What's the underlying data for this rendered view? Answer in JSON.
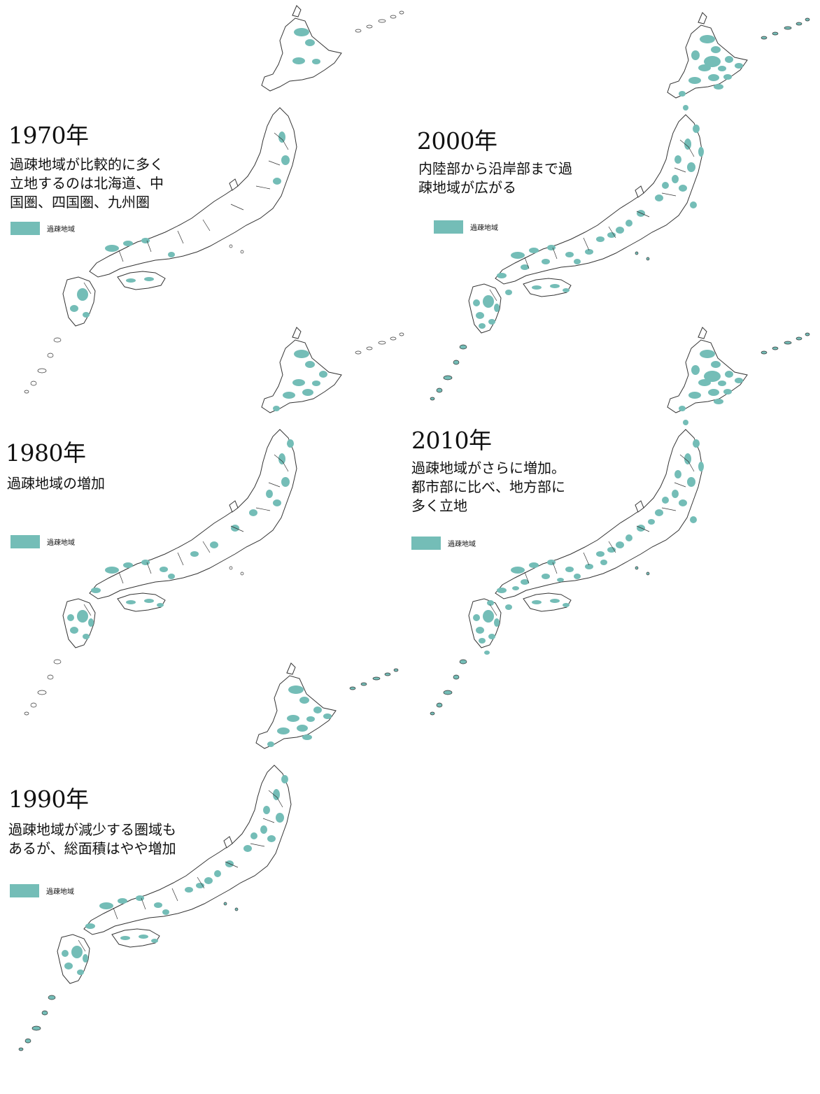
{
  "colors": {
    "depopulated": "#74bdb7",
    "outline": "#333333",
    "background": "#ffffff"
  },
  "maps": [
    {
      "year": "1970年",
      "description": [
        "過疎地域が比較的に多く",
        "立地するのは北海道、中",
        "国圏、四国圏、九州圏"
      ],
      "legend_label": "過疎地域"
    },
    {
      "year": "1980年",
      "description": [
        "過疎地域の増加"
      ],
      "legend_label": "過疎地域"
    },
    {
      "year": "1990年",
      "description": [
        "過疎地域が減少する圏域も",
        "あるが、総面積はやや増加"
      ],
      "legend_label": "過疎地域"
    },
    {
      "year": "2000年",
      "description": [
        "内陸部から沿岸部まで過",
        "疎地域が広がる"
      ],
      "legend_label": "過疎地域"
    },
    {
      "year": "2010年",
      "description": [
        "過疎地域がさらに増加。",
        "都市部に比べ、地方部に",
        "多く立地"
      ],
      "legend_label": "過疎地域"
    }
  ]
}
